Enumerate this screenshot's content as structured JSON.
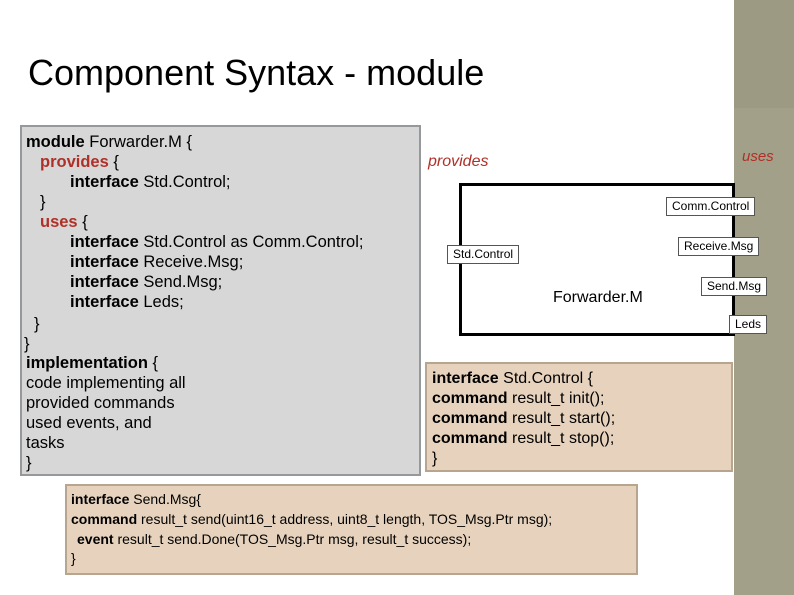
{
  "slide": {
    "title": "Component Syntax - module"
  },
  "code_block": {
    "lines": [
      {
        "kw": "module",
        "rest": " Forwarder.M {"
      },
      {
        "kw": "provides",
        "rest": " {"
      },
      {
        "kw": "interface",
        "rest": " Std.Control;"
      },
      {
        "kw": "",
        "rest": "}"
      },
      {
        "kw": "uses",
        "rest": " {"
      },
      {
        "kw": "interface",
        "rest": " Std.Control as Comm.Control;"
      },
      {
        "kw": "interface",
        "rest": " Receive.Msg;"
      },
      {
        "kw": "interface",
        "rest": " Send.Msg;"
      },
      {
        "kw": "interface",
        "rest": " Leds;"
      },
      {
        "kw": "",
        "rest": "}"
      },
      {
        "kw": "",
        "rest": "}"
      },
      {
        "kw": "implementation",
        "rest": " {"
      },
      {
        "kw": "",
        "rest": "code implementing all"
      },
      {
        "kw": "",
        "rest": "provided commands"
      },
      {
        "kw": "",
        "rest": "used events, and"
      },
      {
        "kw": "",
        "rest": "tasks"
      },
      {
        "kw": "",
        "rest": "}"
      }
    ]
  },
  "diagram": {
    "provides_label": "provides",
    "uses_label": "uses",
    "module_name": "Forwarder.M",
    "provided_interfaces": [
      "Std.Control"
    ],
    "used_interfaces": [
      "Comm.Control",
      "Receive.Msg",
      "Send.Msg",
      "Leds"
    ]
  },
  "stdcontrol_interface": {
    "lines": [
      {
        "kw": "interface",
        "rest": " Std.Control {"
      },
      {
        "kw": "command",
        "rest": " result_t init();"
      },
      {
        "kw": "command",
        "rest": " result_t start();"
      },
      {
        "kw": "command",
        "rest": " result_t stop();"
      },
      {
        "kw": "",
        "rest": "}"
      }
    ]
  },
  "sendmsg_interface": {
    "lines": [
      {
        "kw": "interface",
        "rest": " Send.Msg{"
      },
      {
        "kw": "command",
        "rest": " result_t send(uint16_t address, uint8_t length, TOS_Msg.Ptr msg);"
      },
      {
        "kw": "event",
        "rest": " result_t send.Done(TOS_Msg.Ptr msg, result_t success);"
      },
      {
        "kw": "",
        "rest": "}"
      }
    ]
  },
  "colors": {
    "sidebar": "#a2a089",
    "keyword_red": "#b03028",
    "code_bg": "#d6d7d6",
    "interface_bg": "#e7d3bd"
  }
}
